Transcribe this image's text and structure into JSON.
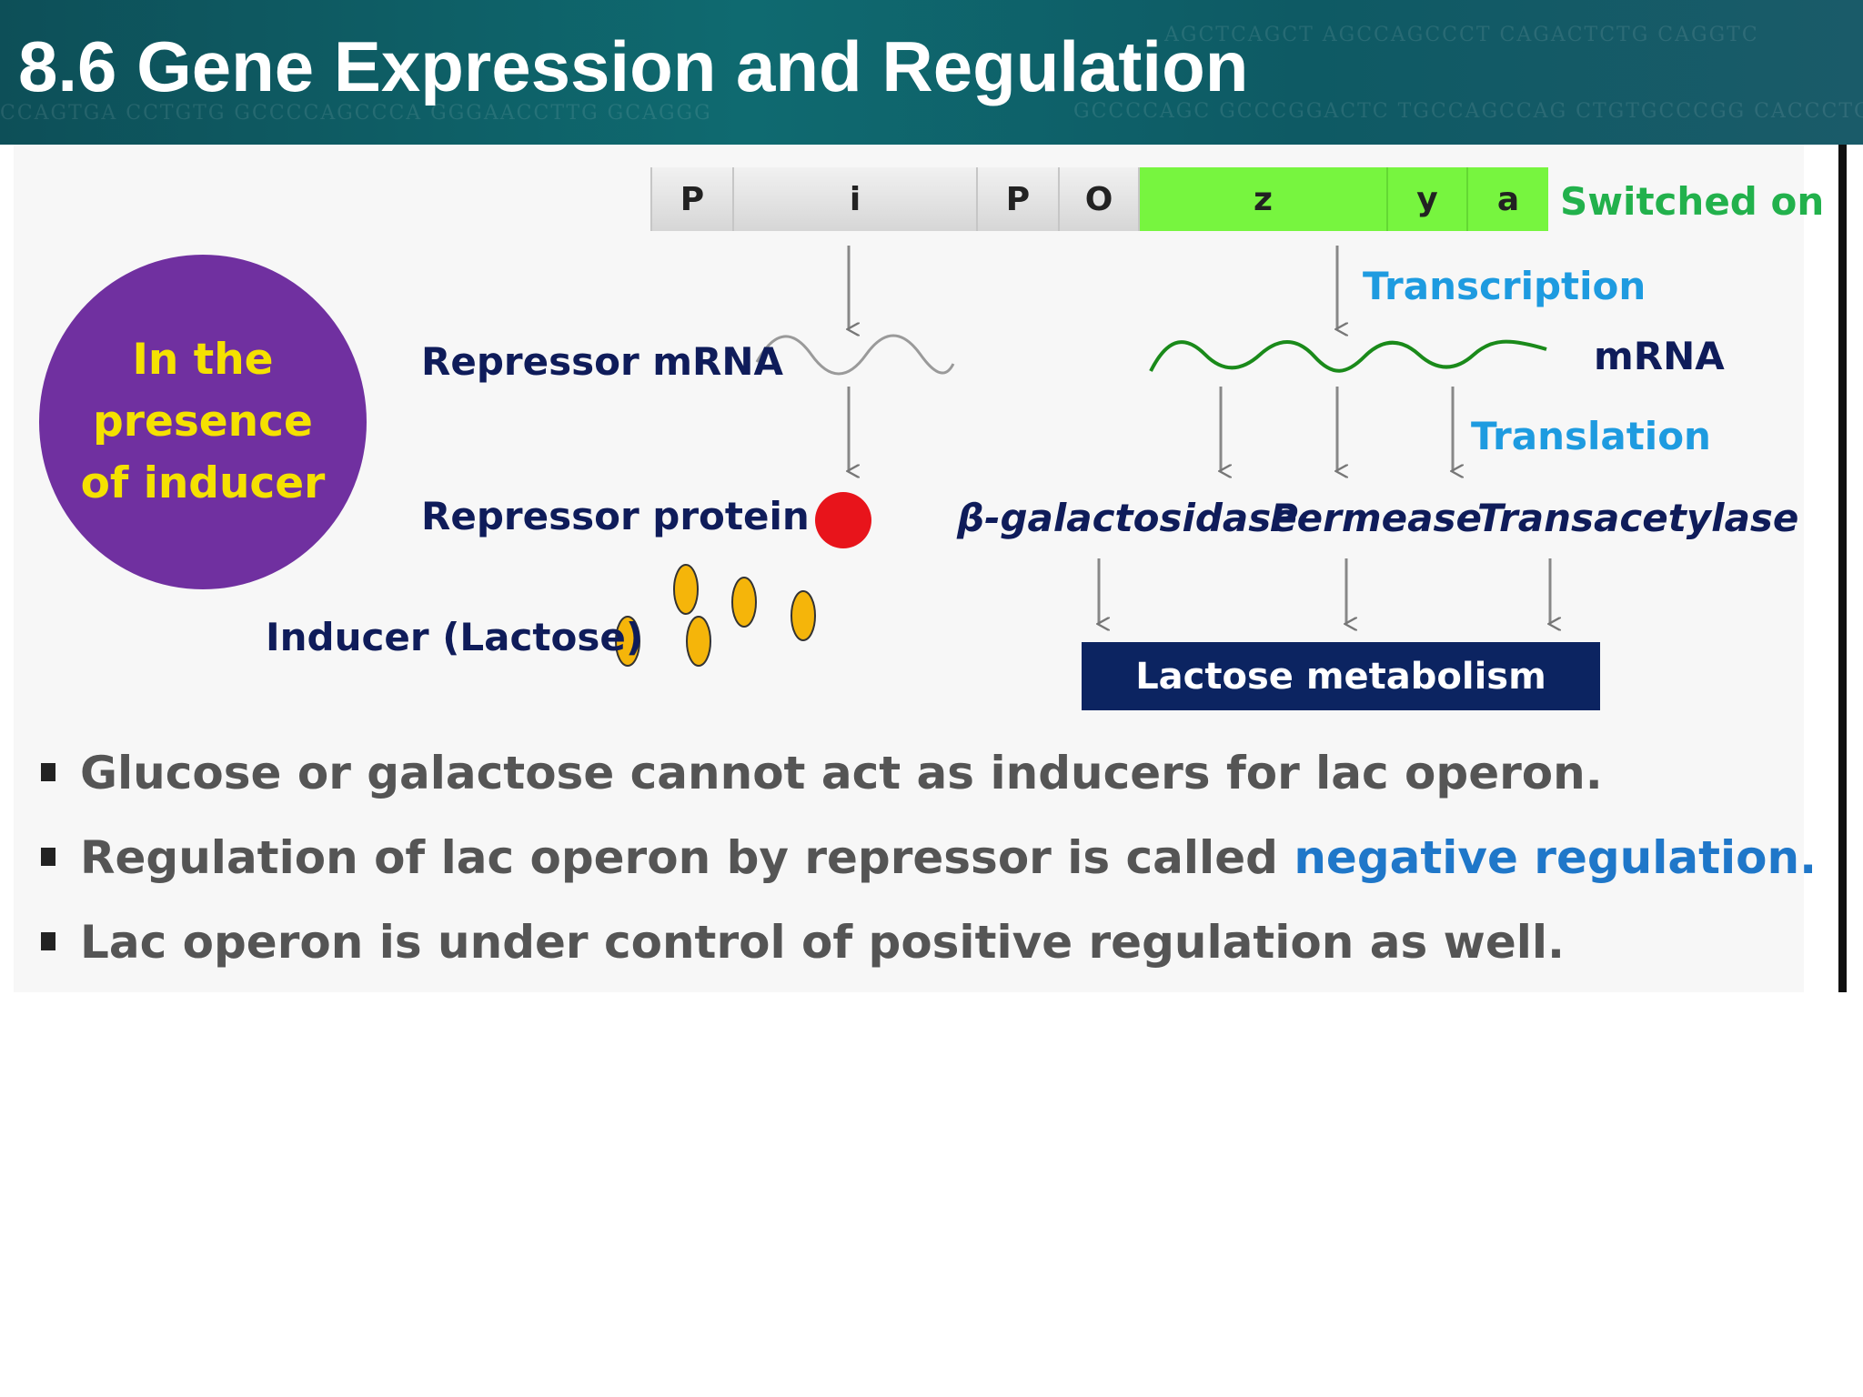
{
  "header": {
    "title": "8.6 Gene Expression and Regulation",
    "bg_color": "#0f6a70",
    "background_text": [
      "CCAGTGA CCTGTG GCCCCAGCCCA GGGAACCTTG GCAGGG",
      "AGCTCAGCT AGCCAGCCCT CAGACTCTG CAGGTC",
      "GCCCCAGC GCCCGGACTC TGCCAGCCAG CTGTGCCCGG CACCCTG"
    ]
  },
  "operon": {
    "genes": [
      {
        "label": "P",
        "state": "off"
      },
      {
        "label": "i",
        "state": "off"
      },
      {
        "label": "P",
        "state": "off"
      },
      {
        "label": "O",
        "state": "off"
      },
      {
        "label": "z",
        "state": "on"
      },
      {
        "label": "y",
        "state": "on"
      },
      {
        "label": "a",
        "state": "on"
      }
    ],
    "status": "Switched on",
    "on_color": "#77f53f"
  },
  "condition": "In the presence of inducer",
  "repressor": {
    "mrna_label": "Repressor mRNA",
    "protein_label": "Repressor protein",
    "protein_color": "#e8141b"
  },
  "inducer": {
    "label": "Inducer (Lactose)",
    "color": "#f5b50a"
  },
  "structural": {
    "transcription_label": "Transcription",
    "mrna_label": "mRNA",
    "translation_label": "Translation",
    "enzymes": [
      "β-galactosidase",
      "Permease",
      "Transacetylase"
    ],
    "metabolism_label": "Lactose metabolism"
  },
  "bullets": [
    {
      "text": "Glucose or galactose cannot act as inducers for lac operon.",
      "highlight": ""
    },
    {
      "text": "Regulation of lac operon by repressor is called ",
      "highlight": "negative regulation."
    },
    {
      "text": "Lac operon is under control of positive regulation as well.",
      "highlight": ""
    }
  ]
}
